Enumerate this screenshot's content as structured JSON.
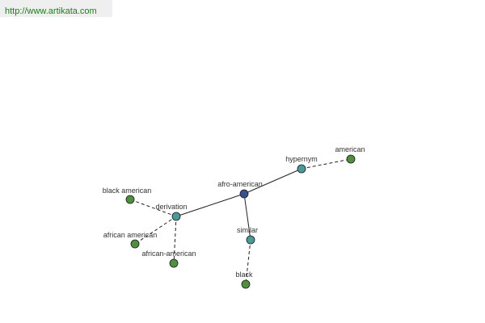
{
  "source": {
    "url_text": "http://www.artikata.com"
  },
  "colors": {
    "center_node": "#3a4f8f",
    "relation_node": "#4a9a9a",
    "leaf_node": "#4f8f3f",
    "edge": "#222222",
    "link_text": "#1f7a1f"
  },
  "graph": {
    "nodes": [
      {
        "id": "afro-american",
        "label": "afro-american",
        "kind": "center"
      },
      {
        "id": "hypernym",
        "label": "hypernym",
        "kind": "relation"
      },
      {
        "id": "derivation",
        "label": "derivation",
        "kind": "relation"
      },
      {
        "id": "similar",
        "label": "similar",
        "kind": "relation"
      },
      {
        "id": "american",
        "label": "american",
        "kind": "leaf"
      },
      {
        "id": "black-american",
        "label": "black american",
        "kind": "leaf"
      },
      {
        "id": "african-american-1",
        "label": "african american",
        "kind": "leaf"
      },
      {
        "id": "african-american-2",
        "label": "african-american",
        "kind": "leaf"
      },
      {
        "id": "black",
        "label": "black",
        "kind": "leaf"
      }
    ],
    "edges": [
      {
        "from": "afro-american",
        "to": "hypernym",
        "style": "solid"
      },
      {
        "from": "afro-american",
        "to": "derivation",
        "style": "solid"
      },
      {
        "from": "afro-american",
        "to": "similar",
        "style": "solid"
      },
      {
        "from": "hypernym",
        "to": "american",
        "style": "dashed"
      },
      {
        "from": "derivation",
        "to": "black-american",
        "style": "dashed"
      },
      {
        "from": "derivation",
        "to": "african-american-1",
        "style": "dashed"
      },
      {
        "from": "derivation",
        "to": "african-american-2",
        "style": "dashed"
      },
      {
        "from": "similar",
        "to": "black",
        "style": "dashed"
      }
    ]
  }
}
